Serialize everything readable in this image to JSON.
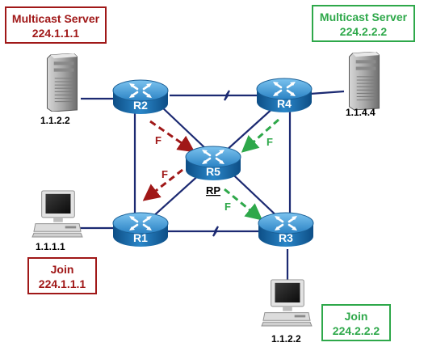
{
  "colors": {
    "red": "#a01818",
    "green": "#2ea84a",
    "link": "#1c2a72",
    "router": "#2a82c4",
    "black": "#000000"
  },
  "boxes": {
    "server_left": {
      "title": "Multicast Server",
      "group": "224.1.1.1"
    },
    "server_right": {
      "title": "Multicast Server",
      "group": "224.2.2.2"
    },
    "join_left": {
      "title": "Join",
      "group": "224.1.1.1"
    },
    "join_right": {
      "title": "Join",
      "group": "224.2.2.2"
    }
  },
  "routers": {
    "r1": "R1",
    "r2": "R2",
    "r3": "R3",
    "r4": "R4",
    "r5": "R5"
  },
  "rp_label": "RP",
  "hosts": {
    "server_left_ip": "1.1.2.2",
    "server_right_ip": "1.1.4.4",
    "pc_left_ip": "1.1.1.1",
    "pc_bottom_ip": "1.1.2.2"
  },
  "flow_label": "F"
}
